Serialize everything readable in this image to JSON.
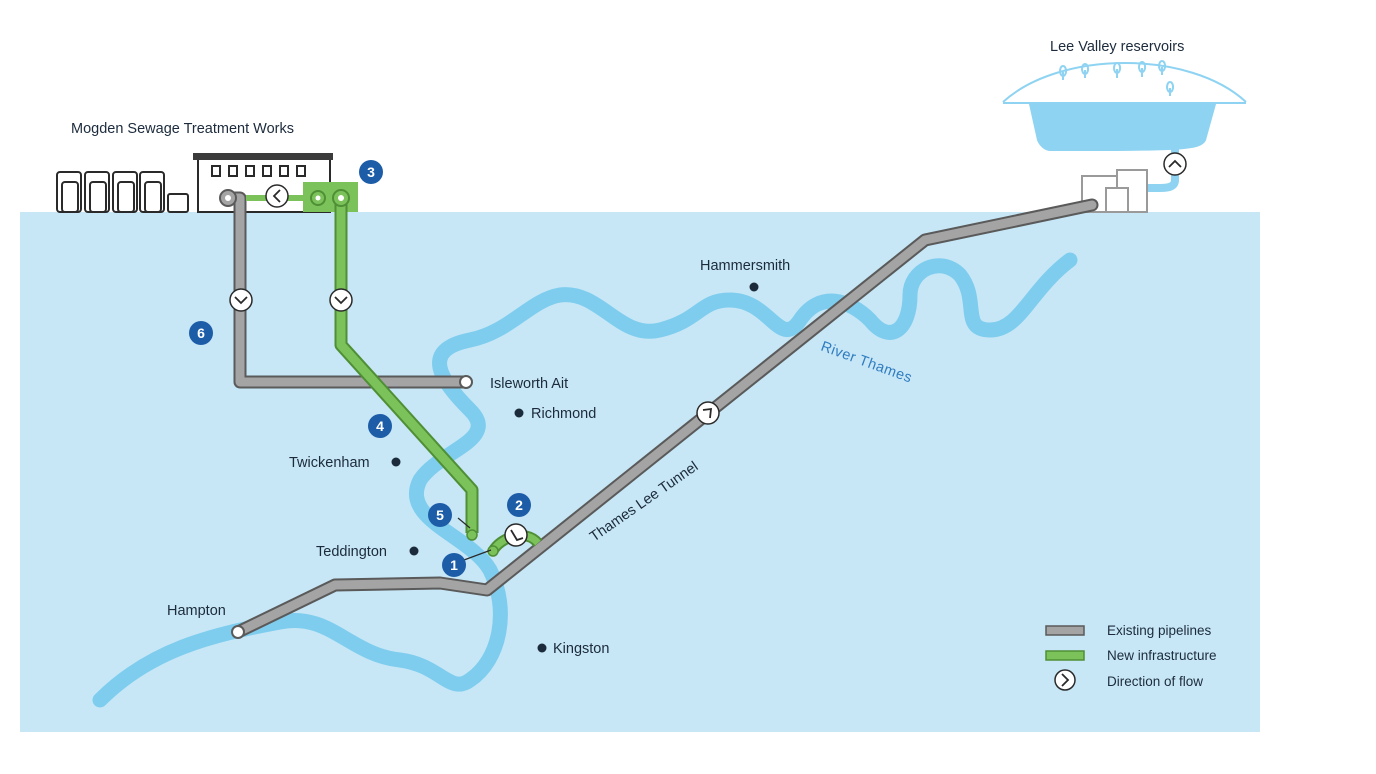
{
  "title_labels": {
    "mogden": "Mogden Sewage Treatment Works",
    "lee_valley": "Lee Valley reservoirs"
  },
  "places": {
    "hammersmith": "Hammersmith",
    "isleworth": "Isleworth Ait",
    "richmond": "Richmond",
    "twickenham": "Twickenham",
    "teddington": "Teddington",
    "hampton": "Hampton",
    "kingston": "Kingston"
  },
  "river_label": "River Thames",
  "tunnel_label": "Thames Lee Tunnel",
  "badges": [
    "1",
    "2",
    "3",
    "4",
    "5",
    "6"
  ],
  "legend": {
    "existing": "Existing pipelines",
    "new": "New infrastructure",
    "flow": "Direction of flow"
  },
  "colors": {
    "ground": "#c7e7f6",
    "river": "#7fcdee",
    "existing_pipe": "#a4a4a4",
    "new_pipe": "#7cc25b",
    "badge": "#1d5da8",
    "text": "#1c2b3c"
  },
  "icons": {
    "flow_marker": "chevron-circle-icon"
  }
}
